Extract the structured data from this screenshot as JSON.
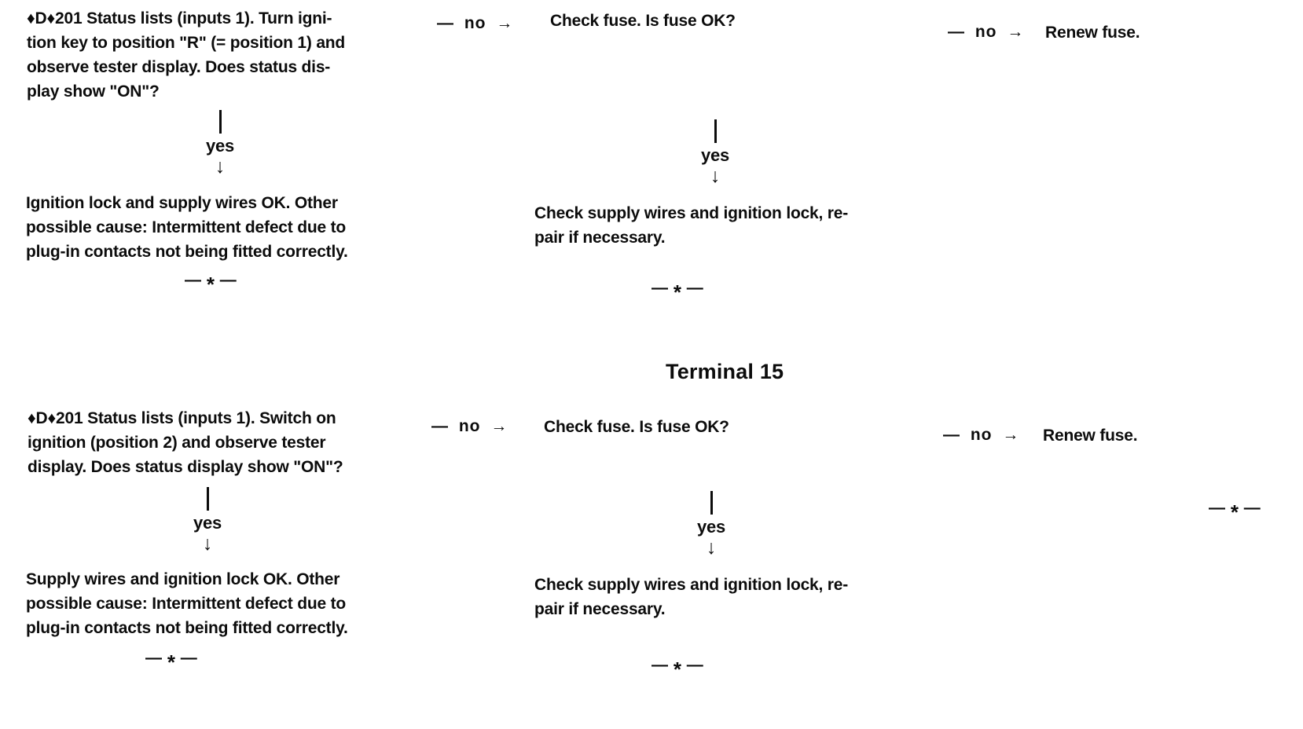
{
  "page": {
    "background": "#ffffff",
    "ink": "#0c0c0c"
  },
  "heading": {
    "title": "Terminal 15"
  },
  "labels": {
    "no": "— no →",
    "yes": "yes",
    "down_arrow": "↓",
    "sep_dash": "—",
    "sep_star": "*"
  },
  "section1": {
    "question_lines": [
      "♦D♦201 Status lists (inputs 1). Turn igni-",
      "tion key to position \"R\" (= position 1) and",
      "observe tester display. Does status dis-",
      "play show \"ON\"?"
    ],
    "check_fuse": "Check fuse. Is fuse OK?",
    "renew_fuse": "Renew fuse.",
    "result_left_lines": [
      "Ignition lock and supply wires OK. Other",
      "possible cause: Intermittent defect due to",
      "plug-in contacts not being fitted correctly."
    ],
    "result_mid_lines": [
      "Check supply wires and ignition lock, re-",
      "pair if necessary."
    ]
  },
  "section2": {
    "question_lines": [
      "♦D♦201 Status lists (inputs 1). Switch on",
      "ignition (position 2) and observe tester",
      "display. Does status display show \"ON\"?"
    ],
    "check_fuse": "Check fuse. Is fuse OK?",
    "renew_fuse": "Renew fuse.",
    "result_left_lines": [
      "Supply wires and ignition lock OK. Other",
      "possible cause: Intermittent defect due to",
      "plug-in contacts not being fitted correctly."
    ],
    "result_mid_lines": [
      "Check supply wires and ignition lock, re-",
      "pair if necessary."
    ]
  }
}
